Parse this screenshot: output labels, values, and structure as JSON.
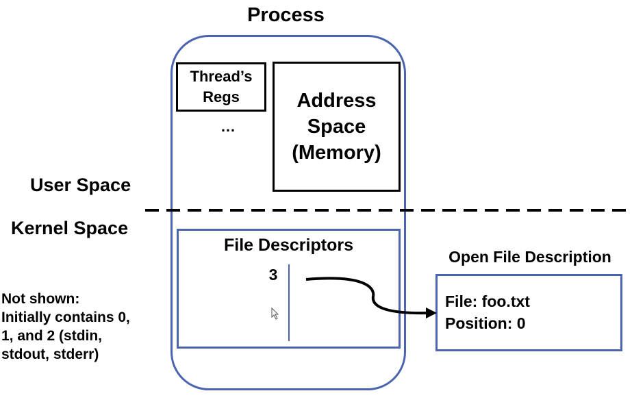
{
  "process": {
    "title": "Process"
  },
  "thread_regs": {
    "label_line1": "Thread’s",
    "label_line2": "Regs",
    "ellipsis": "…"
  },
  "address_space": {
    "line1": "Address",
    "line2": "Space",
    "line3": "(Memory)"
  },
  "regions": {
    "user": "User Space",
    "kernel": "Kernel Space"
  },
  "file_descriptors": {
    "title": "File Descriptors",
    "entry": "3"
  },
  "open_file_description": {
    "title": "Open File Description",
    "file": "File: foo.txt",
    "position": "Position: 0"
  },
  "note": {
    "line1": "Not shown:",
    "line2": "Initially contains 0,",
    "line3": "1, and 2 (stdin,",
    "line4": "stdout, stderr)"
  },
  "colors": {
    "accent": "#4a64b0",
    "ink": "#000000"
  }
}
